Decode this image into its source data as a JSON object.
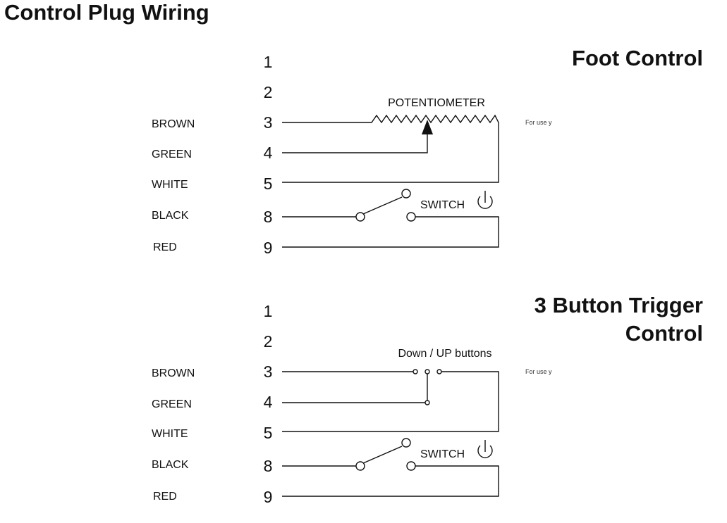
{
  "page": {
    "title": "Control Plug Wiring"
  },
  "foot_control": {
    "heading": "Foot Control",
    "pins": [
      "1",
      "2",
      "3",
      "4",
      "5",
      "8",
      "9"
    ],
    "wires": [
      {
        "pin": "3",
        "color": "BROWN"
      },
      {
        "pin": "4",
        "color": "GREEN"
      },
      {
        "pin": "5",
        "color": "WHITE"
      },
      {
        "pin": "8",
        "color": "BLACK"
      },
      {
        "pin": "9",
        "color": "RED"
      }
    ],
    "potentiometer_label": "POTENTIOMETER",
    "switch_label": "SWITCH",
    "note": "For use y"
  },
  "trigger_control": {
    "heading_line1": "3 Button Trigger",
    "heading_line2": "Control",
    "pins": [
      "1",
      "2",
      "3",
      "4",
      "5",
      "8",
      "9"
    ],
    "wires": [
      {
        "pin": "3",
        "color": "BROWN"
      },
      {
        "pin": "4",
        "color": "GREEN"
      },
      {
        "pin": "5",
        "color": "WHITE"
      },
      {
        "pin": "8",
        "color": "BLACK"
      },
      {
        "pin": "9",
        "color": "RED"
      }
    ],
    "buttons_label": "Down / UP  buttons",
    "switch_label": "SWITCH",
    "note": "For use y"
  }
}
